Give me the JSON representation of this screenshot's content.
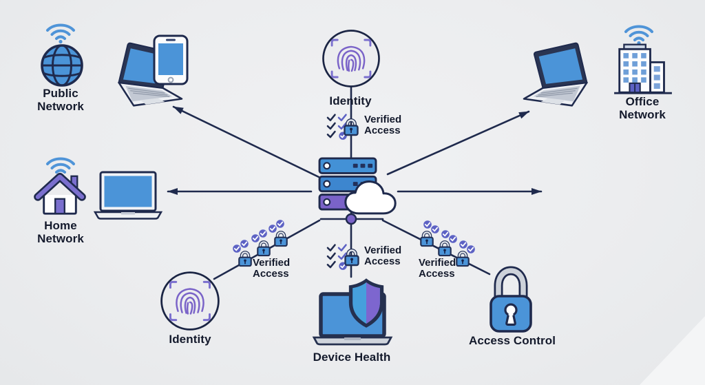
{
  "labels": {
    "public_network": "Public Network",
    "home_network": "Home Network",
    "office_network": "Office Network",
    "identity_top": "Identity",
    "identity_bottom": "Identity",
    "device_health": "Device Health",
    "access_control": "Access Control",
    "verified_access_top": "Verified Access",
    "verified_access_left": "Verified Access",
    "verified_access_center": "Verified Access",
    "verified_access_right": "Verified Access"
  },
  "icons": [
    "wifi-icon",
    "globe-icon",
    "laptop-isometric-icon",
    "smartphone-icon",
    "house-icon",
    "building-icon",
    "fingerprint-scan-icon",
    "server-stack-icon",
    "cloud-icon",
    "lock-icon",
    "check-badge-icon",
    "checklist-icon",
    "shield-icon",
    "padlock-icon",
    "arrow-connector"
  ],
  "colors": {
    "background": "#ecedef",
    "outline_navy": "#1f2a4d",
    "text": "#141a2c",
    "blue_primary": "#4b94d8",
    "blue_deep": "#3d86cf",
    "purple": "#7a63c8",
    "purple_light": "#7a6fce",
    "indigo": "#5d62c4",
    "badge_indigo": "#6a5cc0",
    "gray_light": "#d5dae1",
    "white": "#ffffff"
  }
}
